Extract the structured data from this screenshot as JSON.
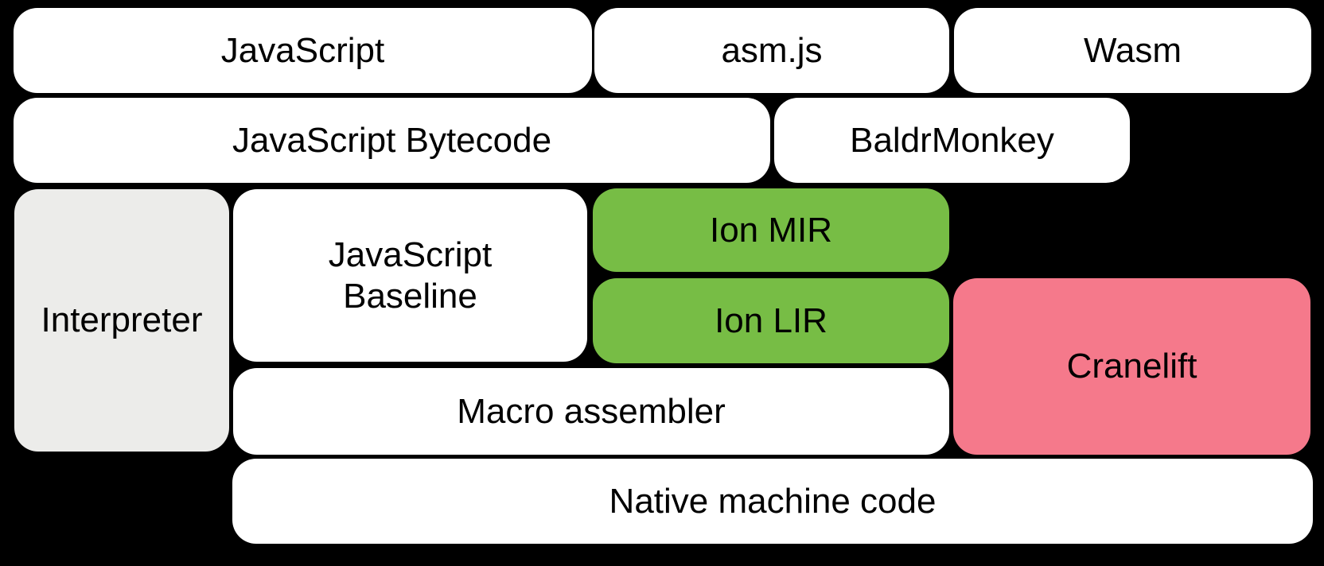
{
  "diagram": {
    "title": "JavaScript and WebAssembly compilation pipeline",
    "background": "#000000",
    "text_color": "#000000"
  },
  "palette": {
    "white": "#ffffff",
    "gray": "#ECECEA",
    "green": "#77BD45",
    "pink": "#F5798B",
    "background": "#000000"
  },
  "boxes": [
    {
      "id": "javascript",
      "label": "JavaScript",
      "color": "#ffffff"
    },
    {
      "id": "asmjs",
      "label": "asm.js",
      "color": "#ffffff"
    },
    {
      "id": "wasm",
      "label": "Wasm",
      "color": "#ffffff"
    },
    {
      "id": "js-bytecode",
      "label": "JavaScript Bytecode",
      "color": "#ffffff"
    },
    {
      "id": "baldrmonkey",
      "label": "BaldrMonkey",
      "color": "#ffffff"
    },
    {
      "id": "interpreter",
      "label": "Interpreter",
      "color": "#ECECEA"
    },
    {
      "id": "js-baseline",
      "label": "JavaScript\nBaseline",
      "color": "#ffffff"
    },
    {
      "id": "ion-mir",
      "label": "Ion MIR",
      "color": "#77BD45"
    },
    {
      "id": "ion-lir",
      "label": "Ion LIR",
      "color": "#77BD45"
    },
    {
      "id": "cranelift",
      "label": "Cranelift",
      "color": "#F5798B"
    },
    {
      "id": "macro-assembler",
      "label": "Macro assembler",
      "color": "#ffffff"
    },
    {
      "id": "native-machine-code",
      "label": "Native machine code",
      "color": "#ffffff"
    }
  ]
}
